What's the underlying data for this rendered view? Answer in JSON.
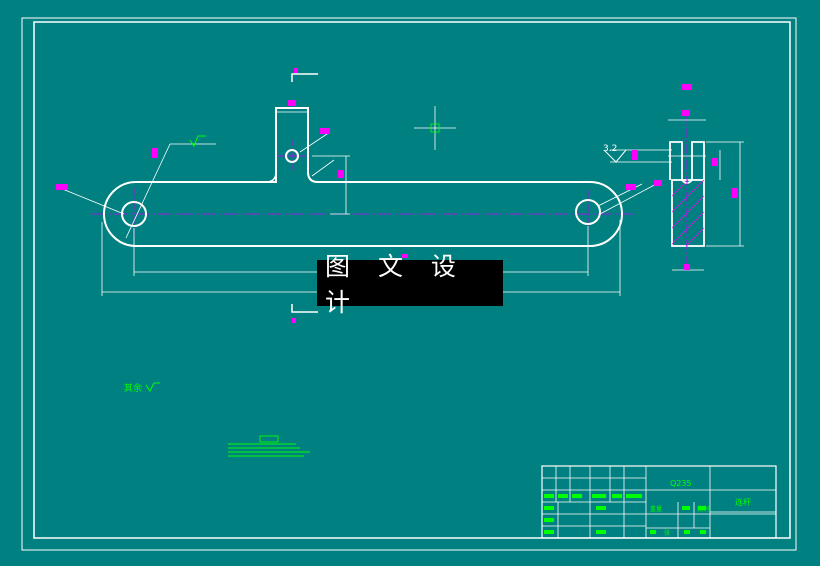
{
  "colors": {
    "background": "#008080",
    "outline": "#ffffff",
    "centerline": "#c000ff",
    "dimension": "#ff00ff",
    "annotation": "#00ff00",
    "hatch": "#ff00ff"
  },
  "watermark": {
    "text": "图 文 设 计"
  },
  "annotations": {
    "roughness_value": "3.2",
    "remaining_text": "其余"
  },
  "title_block": {
    "material": "Q235",
    "part_name": "连杆",
    "scale_label": "比例",
    "weight_label": "重量",
    "sheet_label": "张"
  }
}
